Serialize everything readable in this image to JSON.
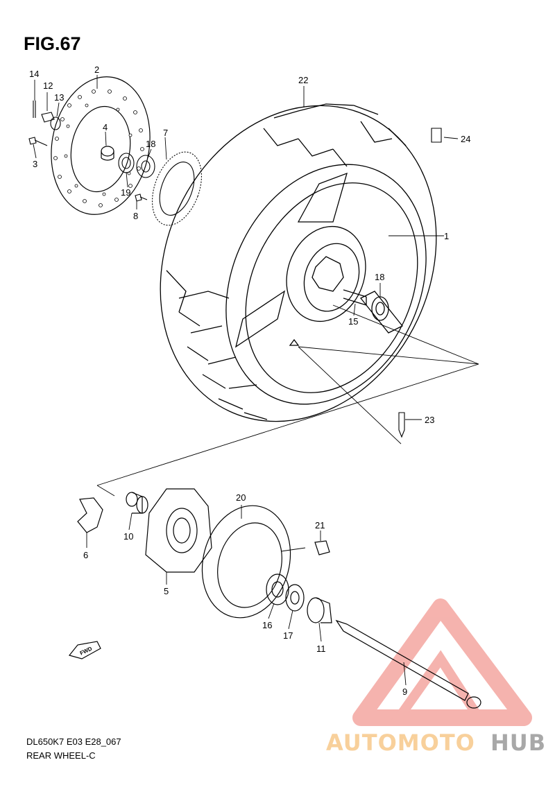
{
  "figure": {
    "title": "FIG.67",
    "model_code": "DL650K7 E03 E28_067",
    "section_name": "REAR WHEEL-C"
  },
  "fwd_label": "FWD",
  "callouts": {
    "c1": "1",
    "c2": "2",
    "c3": "3",
    "c4": "4",
    "c5": "5",
    "c6": "6",
    "c7": "7",
    "c8": "8",
    "c9": "9",
    "c10": "10",
    "c11": "11",
    "c12": "12",
    "c13": "13",
    "c14": "14",
    "c15": "15",
    "c16": "16",
    "c17": "17",
    "c18a": "18",
    "c18b": "18",
    "c19": "19",
    "c20": "20",
    "c21": "21",
    "c22": "22",
    "c23": "23",
    "c24": "24"
  },
  "watermark": {
    "brand_part1": "AUTOMOTO",
    "brand_part2": "HUB",
    "color_primary": "#f4a6a0",
    "color_secondary": "#9a9a9a",
    "color_accent": "#f7c88a"
  }
}
